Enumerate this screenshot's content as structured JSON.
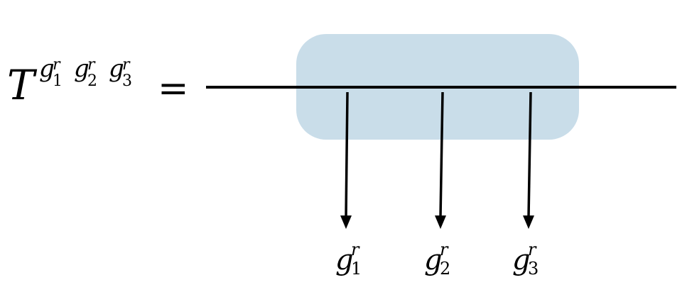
{
  "equation": {
    "base": "T",
    "sup": [
      {
        "var": "g",
        "sub": "1",
        "sup": "r"
      },
      {
        "var": "g",
        "sub": "2",
        "sup": "r"
      },
      {
        "var": "g",
        "sub": "3",
        "sup": "r"
      }
    ],
    "equals": "="
  },
  "legs": [
    {
      "var": "g",
      "sub": "1",
      "sup": "r"
    },
    {
      "var": "g",
      "sub": "2",
      "sup": "r"
    },
    {
      "var": "g",
      "sub": "3",
      "sup": "r"
    }
  ],
  "colors": {
    "tensor_box": "#c9dde9",
    "line": "#000000"
  }
}
